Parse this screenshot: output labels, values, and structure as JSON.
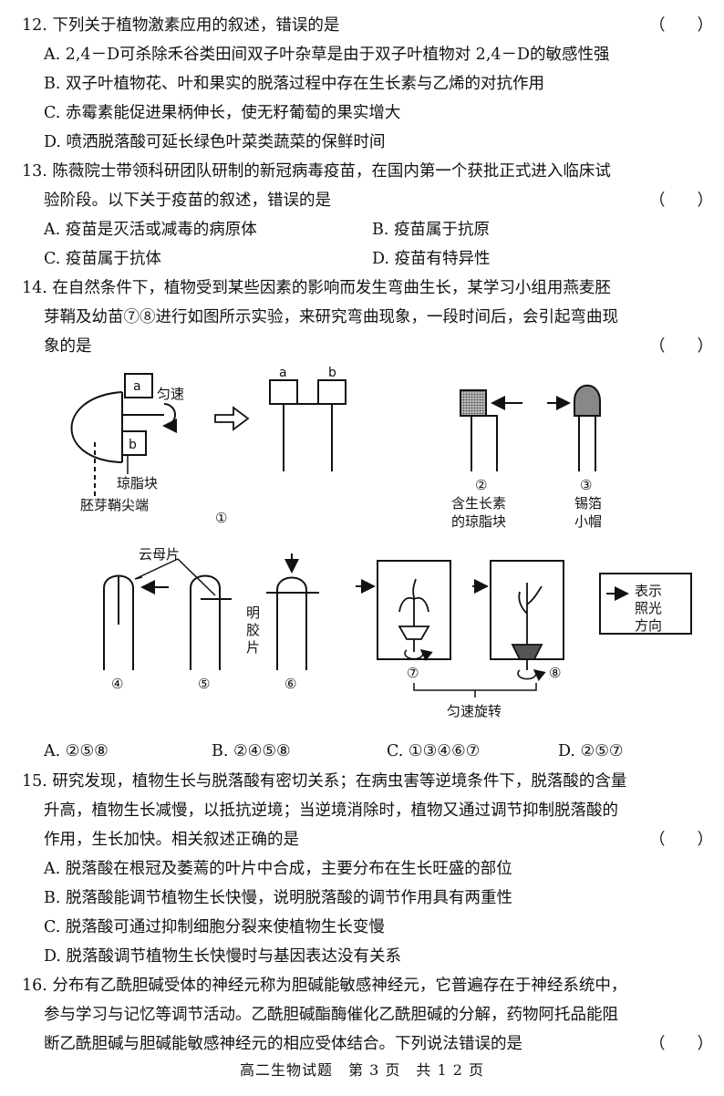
{
  "q12": {
    "stem": "12. 下列关于植物激素应用的叙述，错误的是",
    "paren": "（　　）",
    "A": "A. 2,4－D可杀除禾谷类田间双子叶杂草是由于双子叶植物对 2,4－D的敏感性强",
    "B": "B. 双子叶植物花、叶和果实的脱落过程中存在生长素与乙烯的对抗作用",
    "C": "C. 赤霉素能促进果柄伸长，使无籽葡萄的果实增大",
    "D": "D. 喷洒脱落酸可延长绿色叶菜类蔬菜的保鲜时间"
  },
  "q13": {
    "stem1": "13. 陈薇院士带领科研团队研制的新冠病毒疫苗，在国内第一个获批正式进入临床试",
    "stem2": "验阶段。以下关于疫苗的叙述，错误的是",
    "paren": "（　　）",
    "A": "A. 疫苗是灭活或减毒的病原体",
    "B": "B. 疫苗属于抗原",
    "C": "C. 疫苗属于抗体",
    "D": "D. 疫苗有特异性"
  },
  "q14": {
    "stem1": "14. 在自然条件下，植物受到某些因素的影响而发生弯曲生长，某学习小组用燕麦胚",
    "stem2": "芽鞘及幼苗⑦⑧进行如图所示实验，来研究弯曲现象，一段时间后，会引起弯曲现",
    "stem3": "象的是",
    "paren": "（　　）",
    "figure": {
      "label_a": "a",
      "label_b": "b",
      "uniform_speed": "匀速",
      "agar_block": "琼脂块",
      "coleoptile_tip": "胚芽鞘尖端",
      "n1": "①",
      "n2": "②",
      "n3": "③",
      "n4": "④",
      "n5": "⑤",
      "n6": "⑥",
      "n7": "⑦",
      "n8": "⑧",
      "auxin_agar_1": "含生长素",
      "auxin_agar_2": "的琼脂块",
      "foil_cap_1": "锡箔",
      "foil_cap_2": "小帽",
      "mica": "云母片",
      "gelatin_1": "明",
      "gelatin_2": "胶",
      "gelatin_3": "片",
      "legend_1": "表示",
      "legend_2": "照光",
      "legend_3": "方向",
      "rotate": "匀速旋转"
    },
    "A": "A. ②⑤⑧",
    "B": "B. ②④⑤⑧",
    "C": "C. ①③④⑥⑦",
    "D": "D. ②⑤⑦"
  },
  "q15": {
    "stem1": "15. 研究发现，植物生长与脱落酸有密切关系；在病虫害等逆境条件下，脱落酸的含量",
    "stem2": "升高，植物生长减慢，以抵抗逆境；当逆境消除时，植物又通过调节抑制脱落酸的",
    "stem3": "作用，生长加快。相关叙述正确的是",
    "paren": "（　　）",
    "A": "A. 脱落酸在根冠及萎蔫的叶片中合成，主要分布在生长旺盛的部位",
    "B": "B. 脱落酸能调节植物生长快慢，说明脱落酸的调节作用具有两重性",
    "C": "C. 脱落酸可通过抑制细胞分裂来使植物生长变慢",
    "D": "D. 脱落酸调节植物生长快慢时与基因表达没有关系"
  },
  "q16": {
    "stem1": "16. 分布有乙酰胆碱受体的神经元称为胆碱能敏感神经元，它普遍存在于神经系统中，",
    "stem2": "参与学习与记忆等调节活动。乙酰胆碱酯酶催化乙酰胆碱的分解，药物阿托品能阻",
    "stem3": "断乙酰胆碱与胆碱能敏感神经元的相应受体结合。下列说法错误的是",
    "paren": "（　　）"
  },
  "footer": "高二生物试题　第 3 页　共 1 2 页"
}
